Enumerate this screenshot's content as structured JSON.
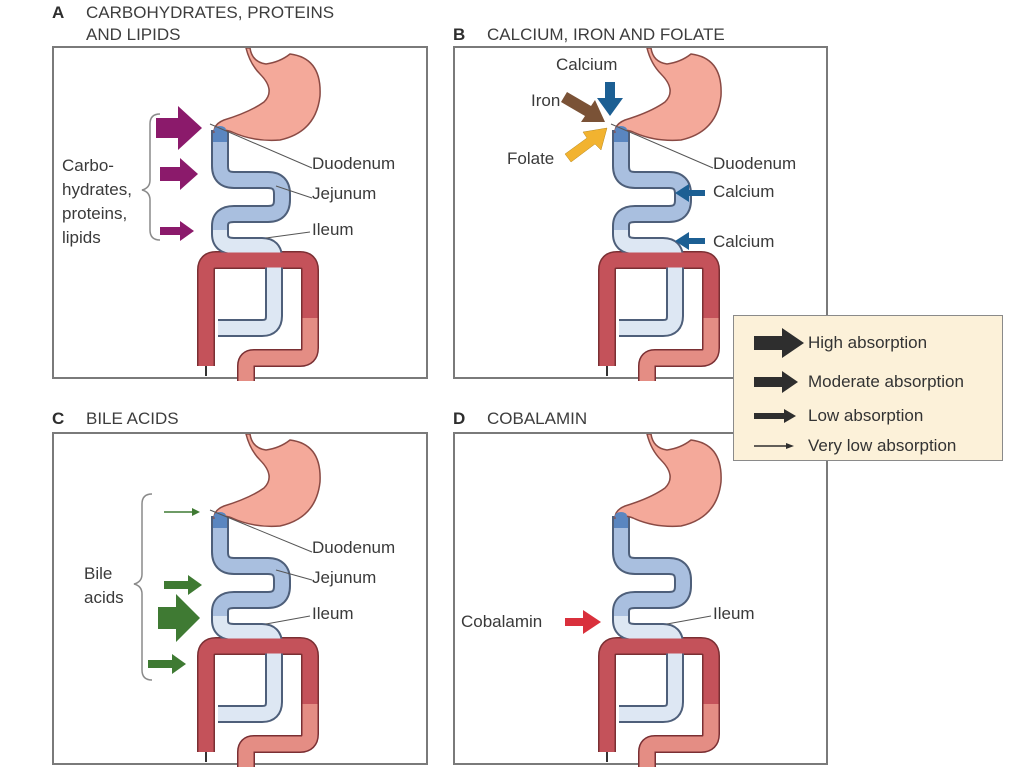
{
  "panels": [
    {
      "id": "A",
      "letter": "A",
      "title_line1": "CARBOHYDRATES, PROTEINS",
      "title_line2": "AND LIPIDS",
      "nutrient_label": [
        "Carbo-",
        "hydrates,",
        "proteins,",
        "lipids"
      ],
      "segment_labels": [
        "Duodenum",
        "Jejunum",
        "Ileum"
      ],
      "arrows": [
        {
          "site": "duodenum",
          "level": "high"
        },
        {
          "site": "jejunum",
          "level": "moderate"
        },
        {
          "site": "ileum",
          "level": "low"
        }
      ],
      "arrow_color": "#8b1a6b"
    },
    {
      "id": "B",
      "letter": "B",
      "title_line1": "CALCIUM, IRON AND FOLATE",
      "nutrient_labels": {
        "calcium_top": "Calcium",
        "iron": "Iron",
        "folate": "Folate",
        "calcium_jejunum": "Calcium",
        "calcium_ileum": "Calcium"
      },
      "segment_labels": [
        "Duodenum"
      ],
      "arrows": [
        {
          "nutrient": "Calcium",
          "site": "duodenum",
          "level": "moderate",
          "color": "#1c5f93"
        },
        {
          "nutrient": "Iron",
          "site": "duodenum",
          "level": "moderate",
          "color": "#7a5236"
        },
        {
          "nutrient": "Folate",
          "site": "duodenum",
          "level": "moderate",
          "color": "#f2b330"
        },
        {
          "nutrient": "Calcium",
          "site": "jejunum",
          "level": "low",
          "color": "#1c5f93"
        },
        {
          "nutrient": "Calcium",
          "site": "ileum",
          "level": "low",
          "color": "#1c5f93"
        }
      ]
    },
    {
      "id": "C",
      "letter": "C",
      "title_line1": "BILE ACIDS",
      "nutrient_label": [
        "Bile",
        "acids"
      ],
      "segment_labels": [
        "Duodenum",
        "Jejunum",
        "Ileum"
      ],
      "arrows": [
        {
          "site": "duodenum",
          "level": "very low"
        },
        {
          "site": "jejunum",
          "level": "low"
        },
        {
          "site": "ileum",
          "level": "high"
        },
        {
          "site": "colon",
          "level": "low"
        }
      ],
      "arrow_color": "#3f7a33"
    },
    {
      "id": "D",
      "letter": "D",
      "title_line1": "COBALAMIN",
      "nutrient_label": "Cobalamin",
      "segment_labels": [
        "Ileum"
      ],
      "arrows": [
        {
          "site": "ileum",
          "level": "moderate"
        }
      ],
      "arrow_color": "#d9303c"
    }
  ],
  "legend": {
    "items": [
      {
        "label": "High absorption",
        "level": "high"
      },
      {
        "label": "Moderate absorption",
        "level": "moderate"
      },
      {
        "label": "Low absorption",
        "level": "low"
      },
      {
        "label": "Very low absorption",
        "level": "very low"
      }
    ],
    "background": "#fcf1d9",
    "arrow_color": "#2e2e2e"
  },
  "colors": {
    "stomach": "#f4a99a",
    "duodenum": "#5a86c0",
    "jejunum": "#a9bfdf",
    "ileum": "#dde7f3",
    "colon_dark": "#c4525a",
    "colon_light": "#e48d84"
  }
}
